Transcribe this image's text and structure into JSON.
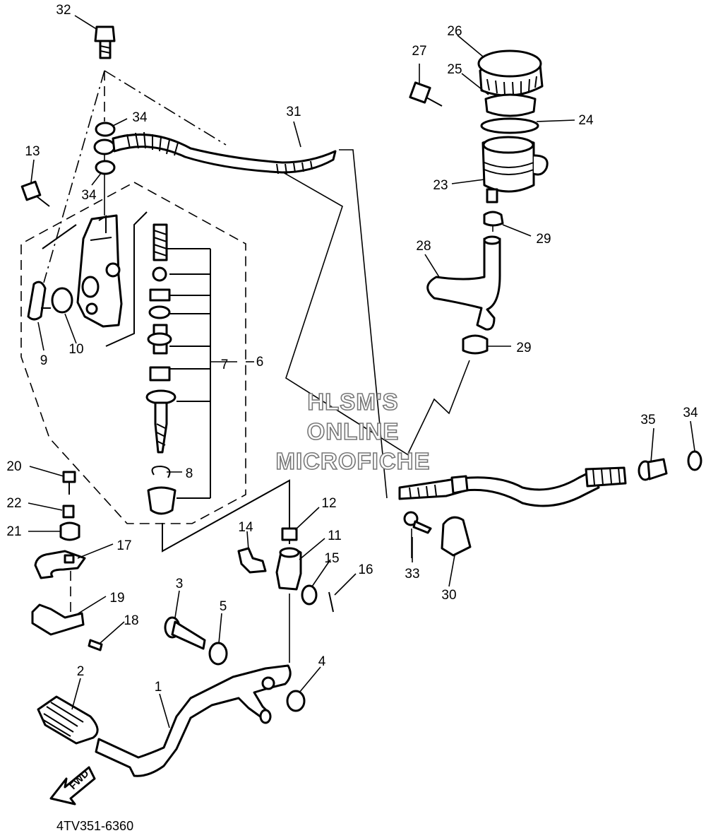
{
  "callouts": [
    {
      "id": "c1",
      "text": "1"
    },
    {
      "id": "c2",
      "text": "2"
    },
    {
      "id": "c3",
      "text": "3"
    },
    {
      "id": "c4",
      "text": "4"
    },
    {
      "id": "c5",
      "text": "5"
    },
    {
      "id": "c6",
      "text": "6"
    },
    {
      "id": "c7",
      "text": "7"
    },
    {
      "id": "c8",
      "text": "8"
    },
    {
      "id": "c9",
      "text": "9"
    },
    {
      "id": "c10",
      "text": "10"
    },
    {
      "id": "c11",
      "text": "11"
    },
    {
      "id": "c12",
      "text": "12"
    },
    {
      "id": "c13",
      "text": "13"
    },
    {
      "id": "c14",
      "text": "14"
    },
    {
      "id": "c15",
      "text": "15"
    },
    {
      "id": "c16",
      "text": "16"
    },
    {
      "id": "c17",
      "text": "17"
    },
    {
      "id": "c18",
      "text": "18"
    },
    {
      "id": "c19",
      "text": "19"
    },
    {
      "id": "c20",
      "text": "20"
    },
    {
      "id": "c21",
      "text": "21"
    },
    {
      "id": "c22",
      "text": "22"
    },
    {
      "id": "c23",
      "text": "23"
    },
    {
      "id": "c24",
      "text": "24"
    },
    {
      "id": "c25",
      "text": "25"
    },
    {
      "id": "c26",
      "text": "26"
    },
    {
      "id": "c27",
      "text": "27"
    },
    {
      "id": "c28",
      "text": "28"
    },
    {
      "id": "c29a",
      "text": "29"
    },
    {
      "id": "c29b",
      "text": "29"
    },
    {
      "id": "c30",
      "text": "30"
    },
    {
      "id": "c31",
      "text": "31"
    },
    {
      "id": "c32",
      "text": "32"
    },
    {
      "id": "c33",
      "text": "33"
    },
    {
      "id": "c34a",
      "text": "34"
    },
    {
      "id": "c34b",
      "text": "34"
    },
    {
      "id": "c34c",
      "text": "34"
    },
    {
      "id": "c35",
      "text": "35"
    }
  ],
  "watermark": [
    "HLSM'S",
    "ONLINE",
    "MICROFICHE"
  ],
  "diagram_code": "4TV351-6360",
  "direction_label": "FWD"
}
